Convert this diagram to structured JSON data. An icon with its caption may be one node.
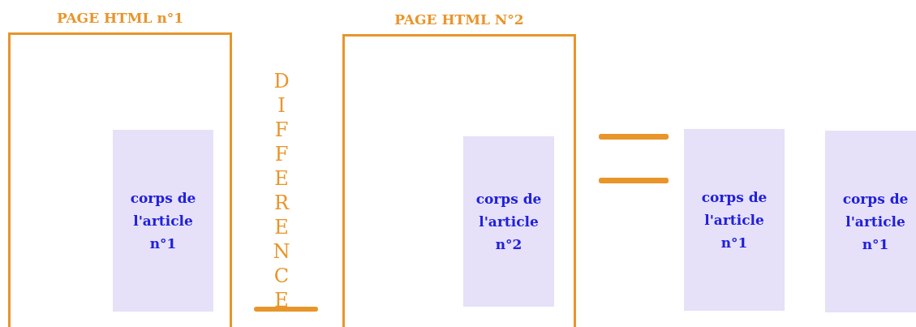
{
  "diagram": {
    "nodes": [
      {
        "text": [
          "PAGE HTML n°1"
        ]
      },
      {
        "text": [
          "corps de l'article n°1"
        ],
        "in": 0
      },
      {
        "text": [
          "PAGE HTML N°2"
        ]
      },
      {
        "text": [
          "corps de l'article n°2"
        ],
        "in": 2
      },
      {
        "text": [
          "corps de l'article n°1"
        ]
      },
      {
        "text": [
          "corps de l'article n°1"
        ]
      }
    ],
    "edges": [],
    "labels": [
      "DIFFERENCE"
    ]
  }
}
